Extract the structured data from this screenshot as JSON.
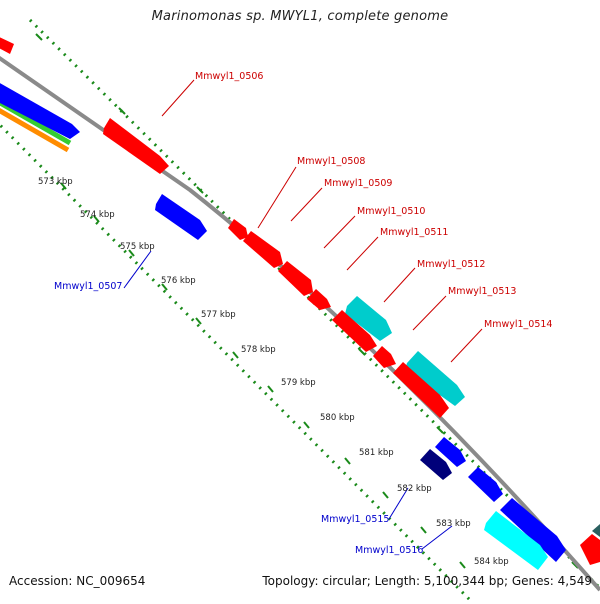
{
  "title": "Marinomonas sp. MWYL1, complete genome",
  "accession": "Accession: NC_009654",
  "stats": "Topology: circular; Length: 5,100,344 bp; Genes: 4,549",
  "colors": {
    "backbone": "#8a8a8a",
    "forward_gene": "#ff0000",
    "reverse_gene": "#0000ff",
    "reverse_gene_dark": "#00007a",
    "cyan_gene": "#00cccc",
    "bright_cyan_gene": "#00ffff",
    "ruler_dots": "#1a8a1a",
    "forward_label": "#cc0000",
    "reverse_label": "#0000cc",
    "green_track": "#33cc33",
    "orange_track": "#ff8c00"
  },
  "ticks": [
    "573 kbp",
    "574 kbp",
    "575 kbp",
    "576 kbp",
    "577 kbp",
    "578 kbp",
    "579 kbp",
    "580 kbp",
    "581 kbp",
    "582 kbp",
    "583 kbp",
    "584 kbp"
  ],
  "labels": [
    "Mmwyl1_0506",
    "Mmwyl1_0507",
    "Mmwyl1_0508",
    "Mmwyl1_0509",
    "Mmwyl1_0510",
    "Mmwyl1_0511",
    "Mmwyl1_0512",
    "Mmwyl1_0513",
    "Mmwyl1_0514",
    "Mmwyl1_0515",
    "Mmwyl1_0516"
  ]
}
